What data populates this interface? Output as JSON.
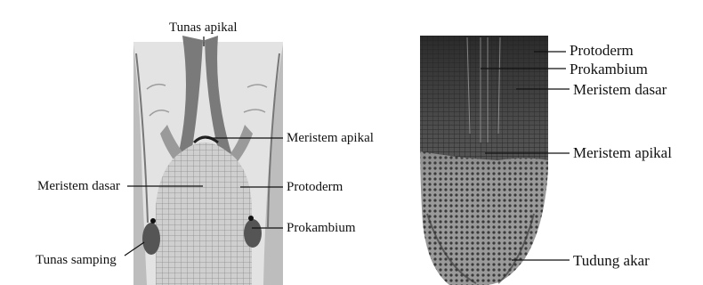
{
  "shoot": {
    "tunas_apikal": "Tunas apikal",
    "meristem_apikal": "Meristem apikal",
    "meristem_dasar": "Meristem dasar",
    "protoderm": "Protoderm",
    "prokambium": "Prokambium",
    "tunas_samping": "Tunas samping"
  },
  "root": {
    "protoderm": "Protoderm",
    "prokambium": "Prokambium",
    "meristem_dasar": "Meristem dasar",
    "meristem_apikal": "Meristem apikal",
    "tudung_akar": "Tudung akar"
  }
}
